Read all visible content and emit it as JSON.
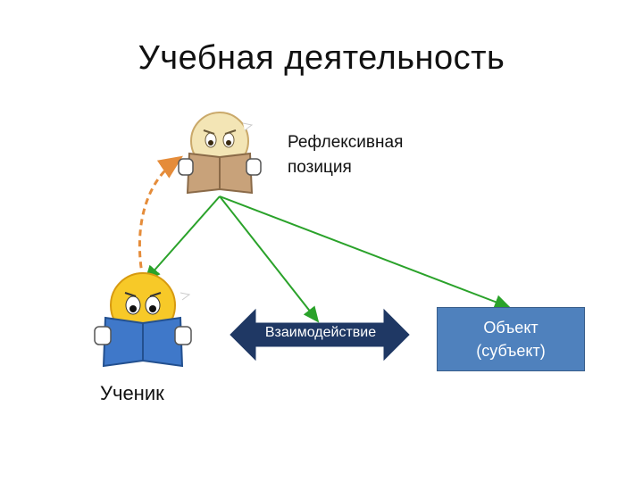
{
  "slide": {
    "title": "Учебная деятельность"
  },
  "reflexive_position": {
    "line1": "Рефлексивная",
    "line2": "позиция"
  },
  "student": {
    "label": "Ученик"
  },
  "interaction": {
    "label": "Взаимодействие"
  },
  "object": {
    "line1": "Объект",
    "line2": "(субъект)"
  },
  "colors": {
    "green_arrow": "#2aa22a",
    "orange_dashed_arrow": "#e58c3a",
    "blue_box": "#4f81bd",
    "dark_arrow": "#1f3864",
    "beige_book": "#c8a27a",
    "blue_book": "#3f78c9",
    "face_beige": "#f3e5b5",
    "face_yellow": "#f7c928"
  },
  "icons": {
    "reflexive_figure": "reading-smiley-beige-icon",
    "student_figure": "reading-smiley-yellow-icon"
  }
}
